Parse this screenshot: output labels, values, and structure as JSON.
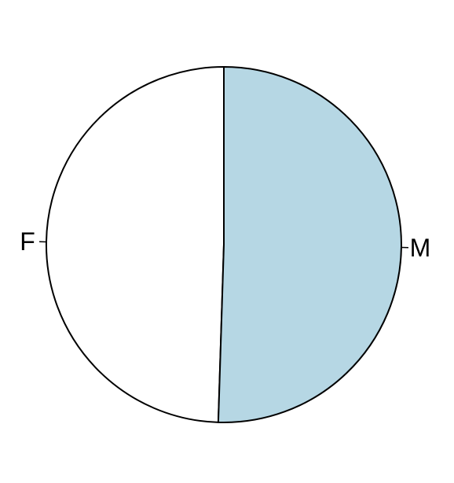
{
  "chart_data": {
    "type": "pie",
    "title": "",
    "categories": [
      "F",
      "M"
    ],
    "values": [
      49.5,
      50.5
    ],
    "colors": [
      "#ffffff",
      "#b6d7e4"
    ],
    "outline_color": "#000000",
    "start": "top",
    "direction": "counterclockwise",
    "legend": "none",
    "labels_outside": true
  }
}
